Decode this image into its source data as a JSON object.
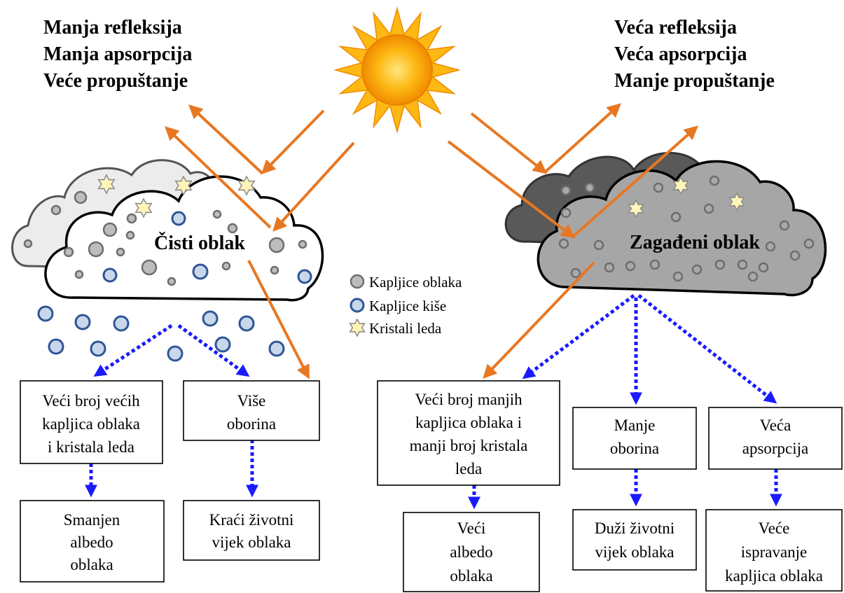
{
  "left": {
    "heading_lines": [
      "Manja refleksija",
      "Manja apsorpcija",
      "Veće propuštanje"
    ],
    "cloud_label": "Čisti oblak",
    "box1_lines": [
      "Veći broj većih",
      "kapljica oblaka",
      "i kristala leda"
    ],
    "box2_lines": [
      "Više",
      "oborina"
    ],
    "box3_lines": [
      "Smanjen",
      "albedo",
      "oblaka"
    ],
    "box4_lines": [
      "Kraći životni",
      "vijek oblaka"
    ]
  },
  "right": {
    "heading_lines": [
      "Veća refleksija",
      "Veća apsorpcija",
      "Manje propuštanje"
    ],
    "cloud_label": "Zagađeni oblak",
    "box1_lines": [
      "Veći broj manjih",
      "kapljica oblaka i",
      "manji broj kristala",
      "leda"
    ],
    "box2_lines": [
      "Manje",
      "oborina"
    ],
    "box3_lines": [
      "Veća",
      "apsorpcija"
    ],
    "box4_lines": [
      "Veći",
      "albedo",
      "oblaka"
    ],
    "box5_lines": [
      "Duži životni",
      "vijek oblaka"
    ],
    "box6_lines": [
      "Veće",
      "ispravanje",
      "kapljica oblaka"
    ]
  },
  "legend": {
    "cloud_droplets": "Kapljice oblaka",
    "rain_droplets": "Kapljice kiše",
    "ice_crystals": "Kristali leda"
  },
  "colors": {
    "radiation_arrow": "#E87722",
    "process_arrow": "#1a1aff",
    "rain_droplet": "#2f5597",
    "clean_cloud": "#ffffff",
    "polluted_cloud": "#a6a6a6",
    "sun": "#FDB813"
  }
}
